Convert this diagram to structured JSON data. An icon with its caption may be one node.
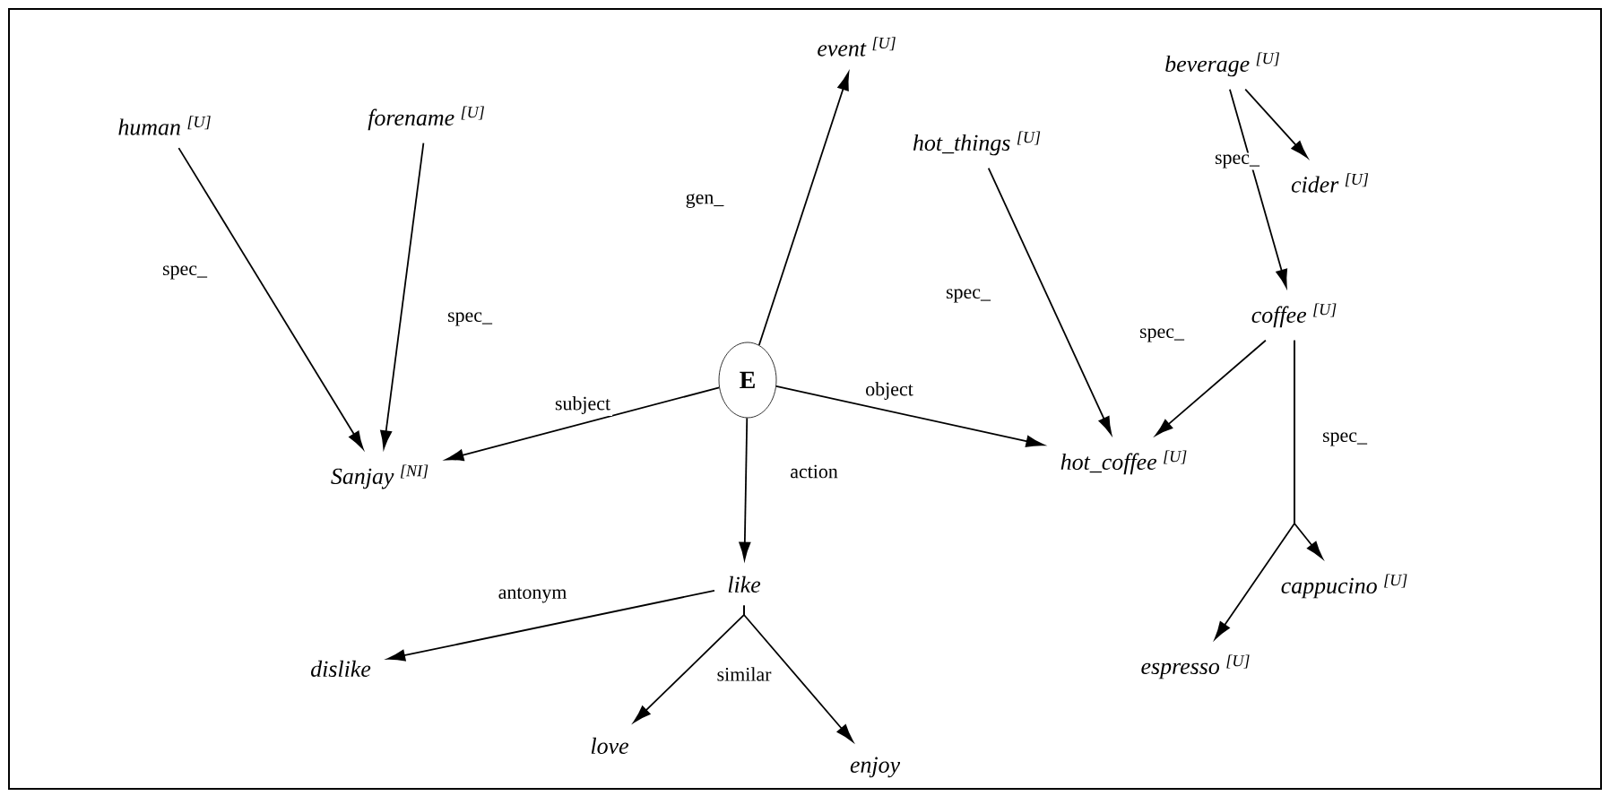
{
  "diagram": {
    "nodes": [
      {
        "text": [
          "*event* $^{[U]}$"
        ]
      },
      {
        "text": [
          "*human* $^{[U]}$"
        ]
      },
      {
        "text": [
          "*forename* $^{[U]}$"
        ]
      },
      {
        "text": [
          "*beverage* $^{[U]}$"
        ]
      },
      {
        "text": [
          "*hot_things* $^{[U]}$"
        ]
      },
      {
        "text": [
          "*cider* $^{[U]}$"
        ]
      },
      {
        "text": [
          "*coffee* $^{[U]}$"
        ]
      },
      {
        "text": [
          "E"
        ]
      },
      {
        "text": [
          "*Sanjay* $^{[NI]}$"
        ]
      },
      {
        "text": [
          "*hot_coffee* $^{[U]}$"
        ]
      },
      {
        "text": [
          "like"
        ]
      },
      {
        "text": [
          "dislike"
        ]
      },
      {
        "text": [
          "*cappucino* $^{[U]}$"
        ]
      },
      {
        "text": [
          "*espresso* $^{[U]}$"
        ]
      },
      {
        "text": [
          "love"
        ]
      },
      {
        "text": [
          "enjoy"
        ]
      }
    ],
    "edges": [
      {
        "from": 7,
        "to": 0,
        "arrow": "to",
        "label": "gen_"
      },
      {
        "from": 1,
        "to": 8,
        "arrow": "to",
        "label": "spec_"
      },
      {
        "from": 2,
        "to": 8,
        "arrow": "to",
        "label": "spec_"
      },
      {
        "from": 7,
        "to": 8,
        "arrow": "to",
        "label": "subject"
      },
      {
        "from": 7,
        "to": 10,
        "arrow": "to",
        "label": "action"
      },
      {
        "from": 7,
        "to": 9,
        "arrow": "to",
        "label": "object"
      },
      {
        "from": 4,
        "to": 9,
        "arrow": "to",
        "label": "spec_"
      },
      {
        "from": 3,
        "to": 6,
        "arrow": "to",
        "label": "spec_"
      },
      {
        "from": 3,
        "to": 5,
        "arrow": "to"
      },
      {
        "from": 6,
        "to": 9,
        "arrow": "to",
        "label": "spec_"
      },
      {
        "from": 6,
        "to": 13,
        "arrow": "to",
        "label": "spec_"
      },
      {
        "from": 6,
        "to": 12,
        "arrow": "to"
      },
      {
        "from": 10,
        "to": 11,
        "arrow": "to",
        "label": "antonym"
      },
      {
        "from": 10,
        "to": 14,
        "arrow": "to",
        "label": "similar"
      },
      {
        "from": 10,
        "to": 15,
        "arrow": "to"
      }
    ]
  }
}
